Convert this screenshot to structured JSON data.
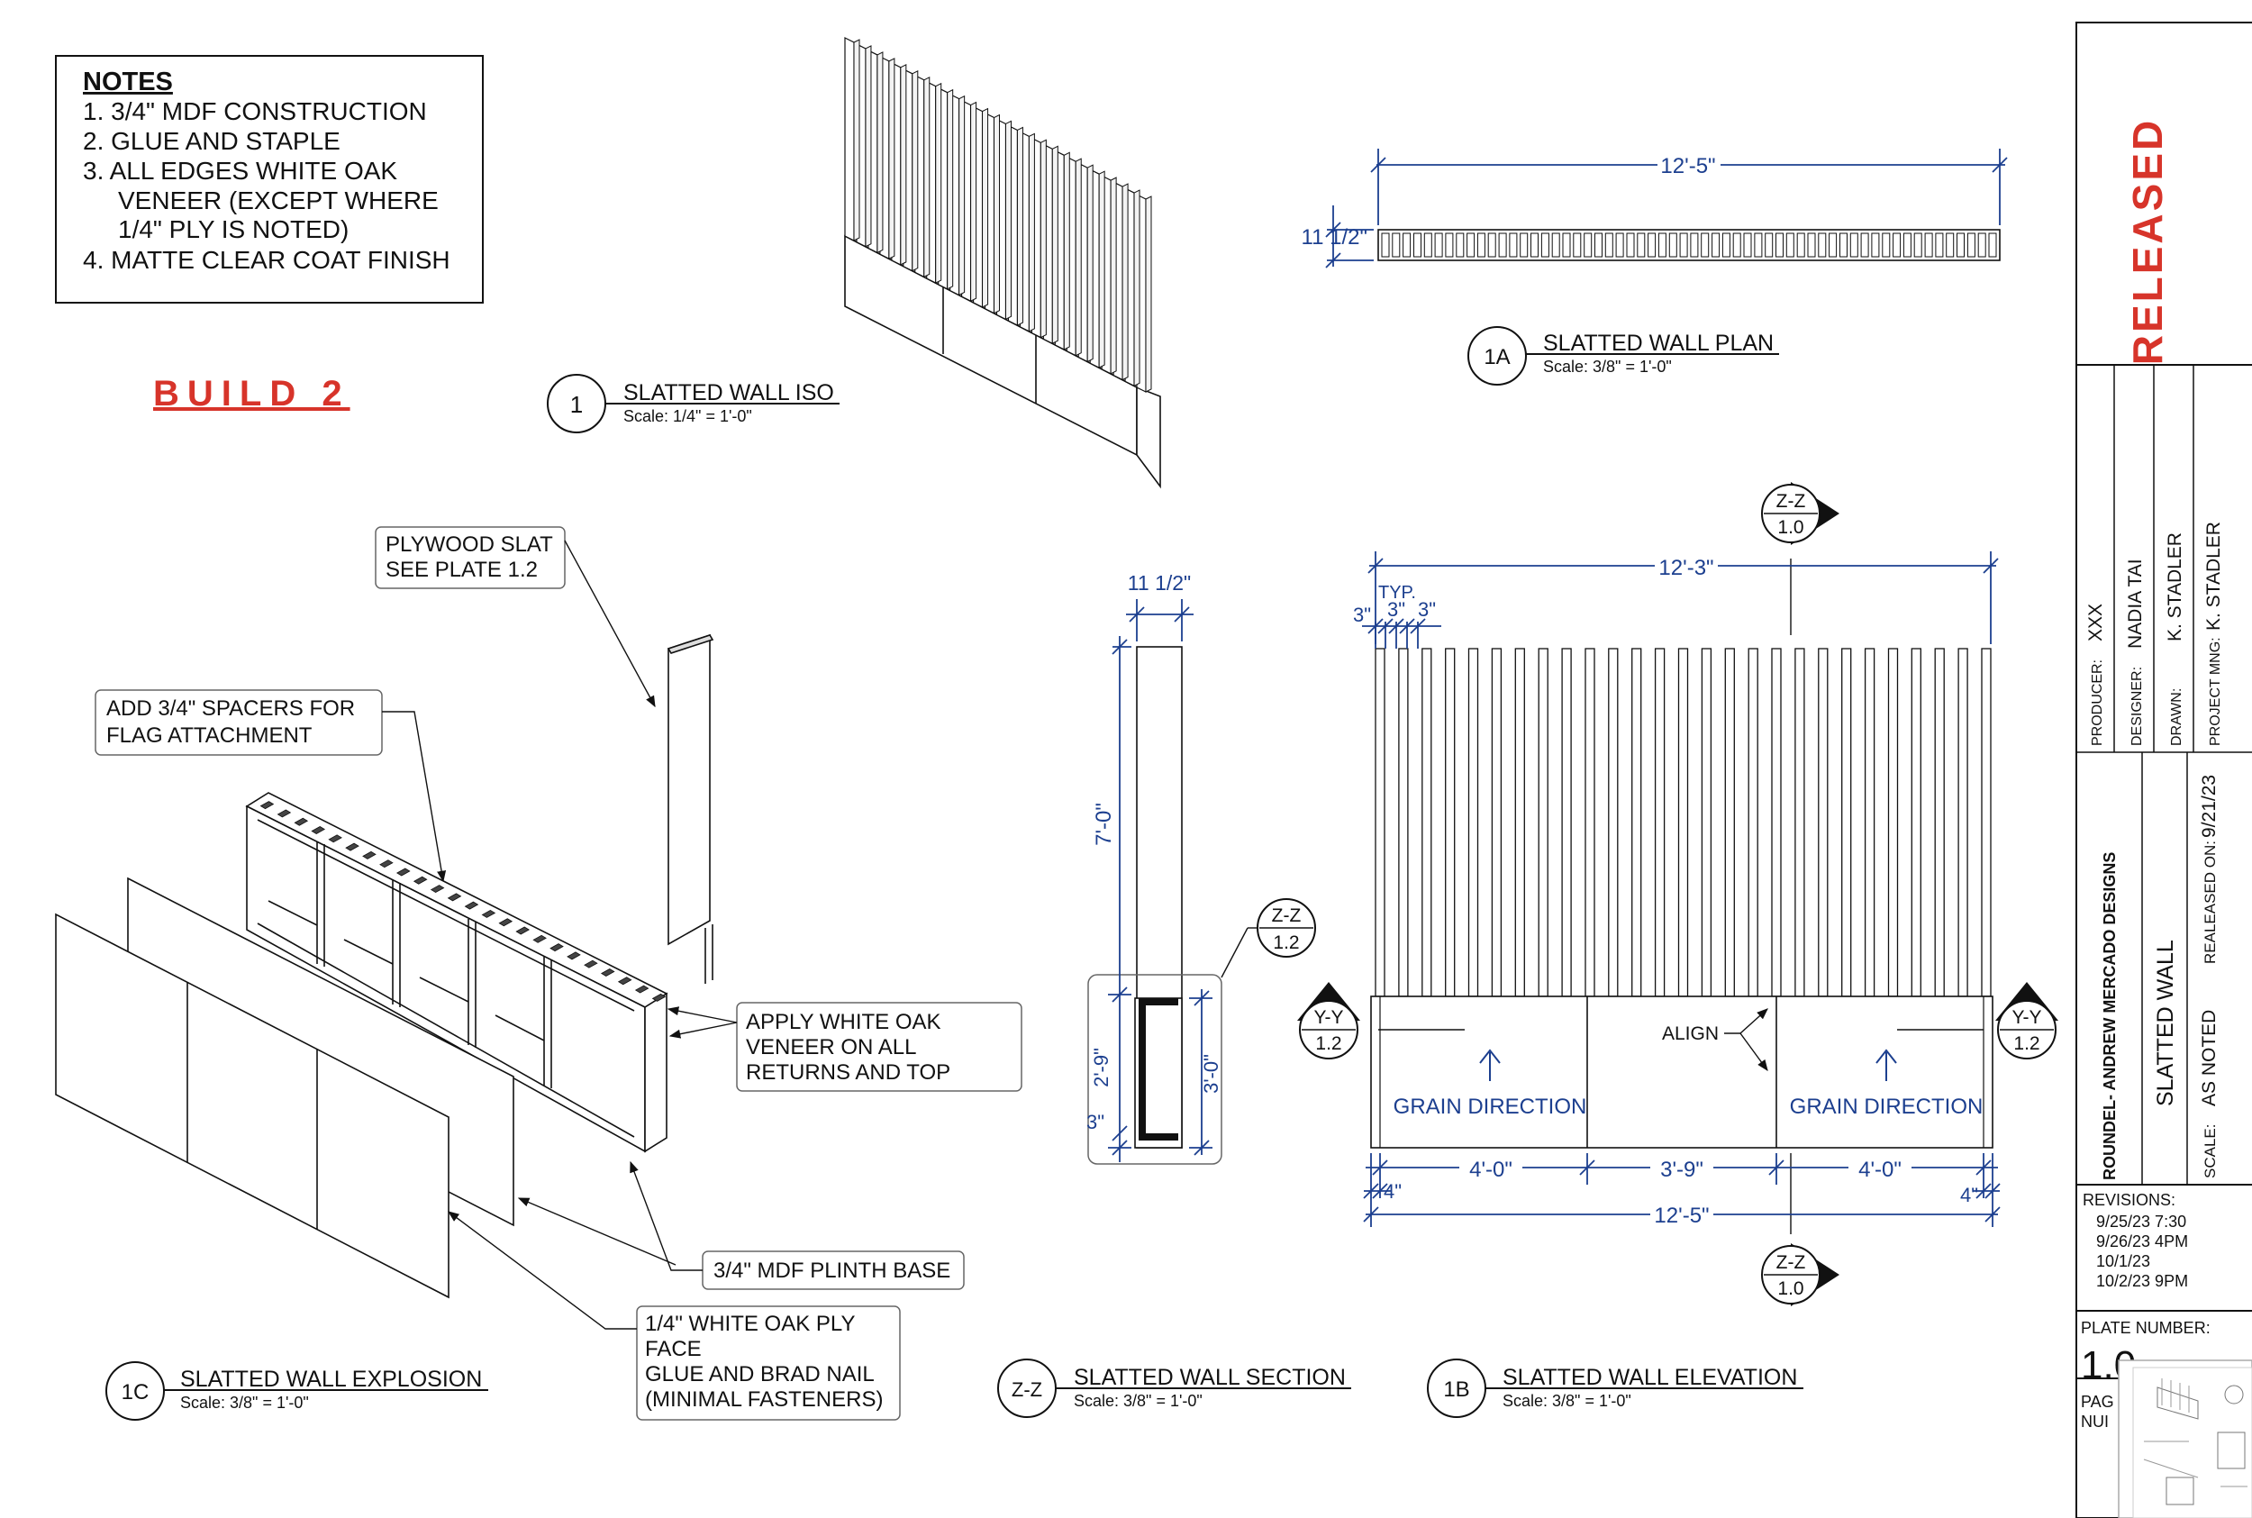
{
  "notes": {
    "title": "NOTES",
    "items": [
      "1. 3/4\" MDF CONSTRUCTION",
      "2. GLUE AND STAPLE",
      "3. ALL EDGES WHITE OAK",
      "VENEER (EXCEPT WHERE",
      "1/4\" PLY IS NOTED)",
      "4. MATTE CLEAR COAT FINISH"
    ]
  },
  "build_label": "BUILD 2",
  "views": {
    "iso": {
      "marker": "1",
      "title": "SLATTED WALL ISO",
      "scale": "Scale: 1/4\" = 1'-0\""
    },
    "plan": {
      "marker": "1A",
      "title": "SLATTED WALL PLAN",
      "scale": "Scale: 3/8\" = 1'-0\""
    },
    "explosion": {
      "marker": "1C",
      "title": "SLATTED WALL EXPLOSION",
      "scale": "Scale: 3/8\" = 1'-0\""
    },
    "section": {
      "marker": "Z-Z",
      "title": "SLATTED WALL SECTION",
      "scale": "Scale: 3/8\" = 1'-0\""
    },
    "elevation": {
      "marker": "1B",
      "title": "SLATTED WALL ELEVATION",
      "scale": "Scale: 3/8\" = 1'-0\""
    }
  },
  "callouts": {
    "plywood_slat": [
      "PLYWOOD SLAT",
      "SEE PLATE 1.2"
    ],
    "spacers": [
      "ADD 3/4\" SPACERS FOR",
      "FLAG ATTACHMENT"
    ],
    "veneer": [
      "APPLY WHITE OAK",
      "VENEER ON ALL",
      "RETURNS AND TOP"
    ],
    "plinth": [
      "3/4\" MDF PLINTH BASE"
    ],
    "ply_face": [
      "1/4\" WHITE OAK PLY",
      "FACE",
      "GLUE AND BRAD NAIL",
      "(MINIMAL FASTENERS)"
    ]
  },
  "section_markers": {
    "zz_label": "Z-Z",
    "zz_plate": "1.0",
    "zz_detail_plate": "1.2",
    "yy_label": "Y-Y",
    "yy_plate": "1.2"
  },
  "dimensions": {
    "plan_width": "12'-5\"",
    "plan_depth": "11 1/2\"",
    "section_depth": "11 1/2\"",
    "section_height": "7'-0\"",
    "section_base": "2'-9\"",
    "section_base_outer": "3'-0\"",
    "section_kick": "3\"",
    "elev_top_width": "12'-3\"",
    "typ": "TYP.",
    "slat_3a": "3\"",
    "slat_3b": "3\"",
    "slat_3c": "3\"",
    "panel_left": "4'-0\"",
    "panel_mid": "3'-9\"",
    "panel_right": "4'-0\"",
    "edge_left": "4\"",
    "edge_right": "4\"",
    "overall_bottom": "12'-5\""
  },
  "annotations": {
    "align": "ALIGN",
    "grain_left": "GRAIN DIRECTION",
    "grain_right": "GRAIN DIRECTION"
  },
  "title_block": {
    "status": "RELEASED",
    "producer_label": "PRODUCER:",
    "producer": "XXX",
    "designer_label": "DESIGNER:",
    "designer": "NADIA TAI",
    "drawn_label": "DRAWN:",
    "drawn": "K. STADLER",
    "project_mng_label": "PROJECT MNG:",
    "project_mng": "K. STADLER",
    "company": "ROUNDEL- ANDREW MERCADO DESIGNS",
    "drawing_title": "SLATTED WALL",
    "released_on_label": "REALEASED ON:",
    "released_on": "9/21/23",
    "scale_label": "SCALE:",
    "scale": "AS NOTED",
    "revisions_label": "REVISIONS:",
    "revisions": [
      "9/25/23 7:30",
      "9/26/23 4PM",
      "10/1/23",
      "10/2/23 9PM"
    ],
    "plate_number_label": "PLATE NUMBER:",
    "plate_number": "1.0",
    "page_label": "PAG",
    "page_label2": "NUI"
  },
  "colors": {
    "ink": "#111111",
    "dimension_blue": "#1c3f8f",
    "accent_red": "#d7342a"
  }
}
